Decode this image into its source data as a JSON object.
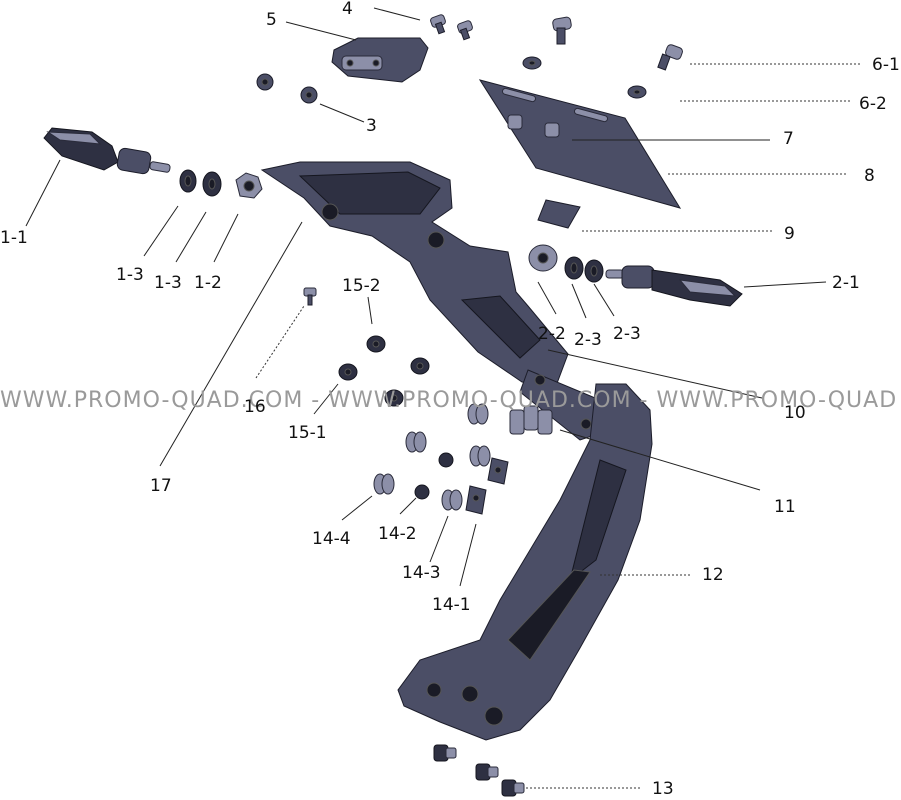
{
  "watermark": "WWW.PROMO-QUAD.COM - WWW.PROMO-QUAD.COM - WWW.PROMO-QUAD",
  "labels": {
    "l1_1": "1-1",
    "l1_3a": "1-3",
    "l1_3b": "1-3",
    "l1_2": "1-2",
    "l2_1": "2-1",
    "l2_2": "2-2",
    "l2_3a": "2-3",
    "l2_3b": "2-3",
    "l3": "3",
    "l4": "4",
    "l5": "5",
    "l6_1": "6-1",
    "l6_2": "6-2",
    "l7": "7",
    "l8": "8",
    "l9": "9",
    "l10": "10",
    "l11": "11",
    "l12": "12",
    "l13": "13",
    "l14_1": "14-1",
    "l14_2": "14-2",
    "l14_3": "14-3",
    "l14_4": "14-4",
    "l15_1": "15-1",
    "l15_2": "15-2",
    "l16": "16",
    "l17": "17"
  },
  "colors": {
    "part": "#4b4e66",
    "watermark": "#9a9a9a"
  }
}
